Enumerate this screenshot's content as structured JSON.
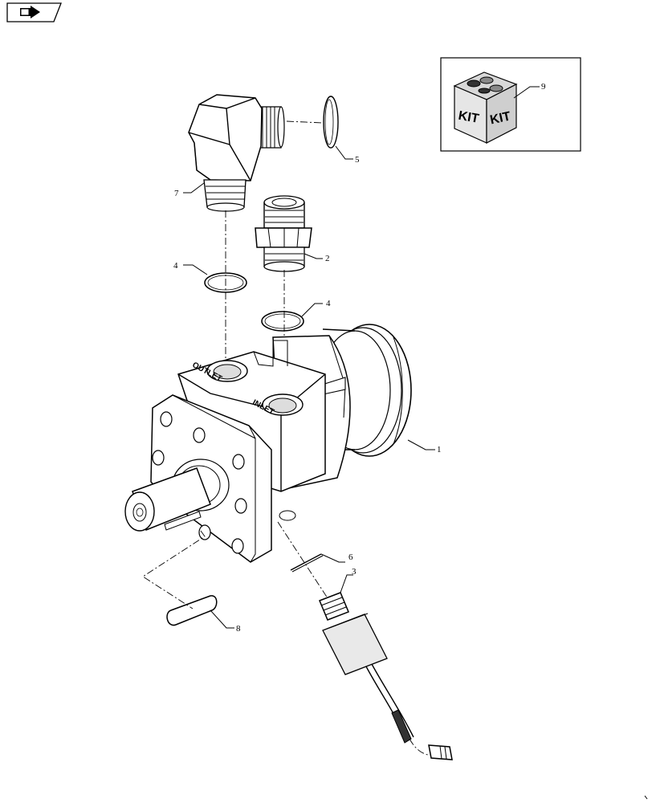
{
  "nav": {
    "icon": "return-arrow-icon"
  },
  "callouts": {
    "c1": "1",
    "c2": "2",
    "c3": "3",
    "c4a": "4",
    "c4b": "4",
    "c5": "5",
    "c6": "6",
    "c7": "7",
    "c8": "8",
    "c9": "9"
  },
  "kit": {
    "label_left": "KIT",
    "label_right": "KIT"
  },
  "ports": {
    "outlet": "OUTLET",
    "inlet": "INLET"
  }
}
